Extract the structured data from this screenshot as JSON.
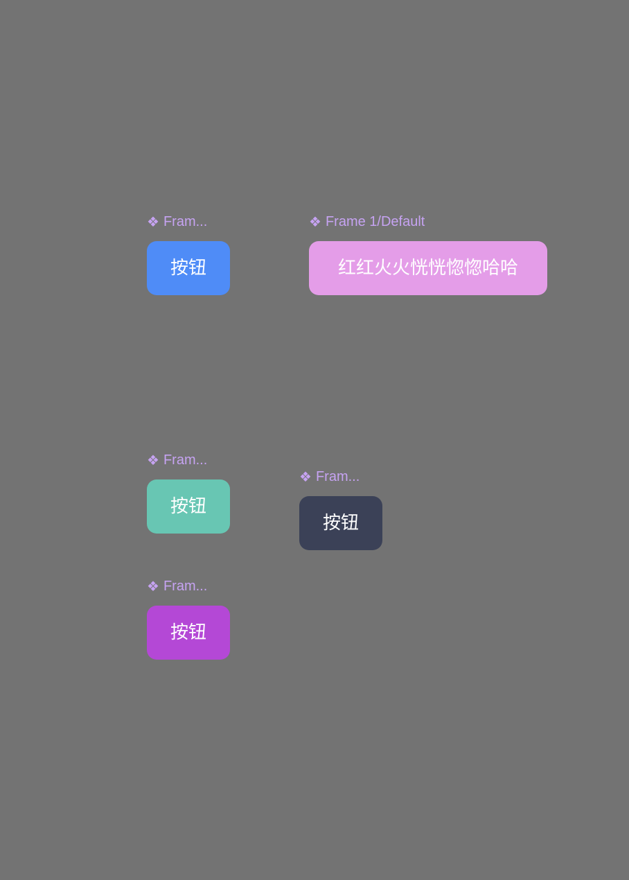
{
  "canvas": {
    "background": "#737373"
  },
  "label_color": "#c6a3f2",
  "component_icon": "component-diamond-icon",
  "frames": [
    {
      "label": "Fram...",
      "button_label": "按钮",
      "button_color": "#4f8cf7"
    },
    {
      "label": "Frame 1/Default",
      "button_label": "红红火火恍恍惚惚哈哈",
      "button_color": "#e49de8"
    },
    {
      "label": "Fram...",
      "button_label": "按钮",
      "button_color": "#68c6b3"
    },
    {
      "label": "Fram...",
      "button_label": "按钮",
      "button_color": "#3b4157"
    },
    {
      "label": "Fram...",
      "button_label": "按钮",
      "button_color": "#b448d6"
    }
  ]
}
